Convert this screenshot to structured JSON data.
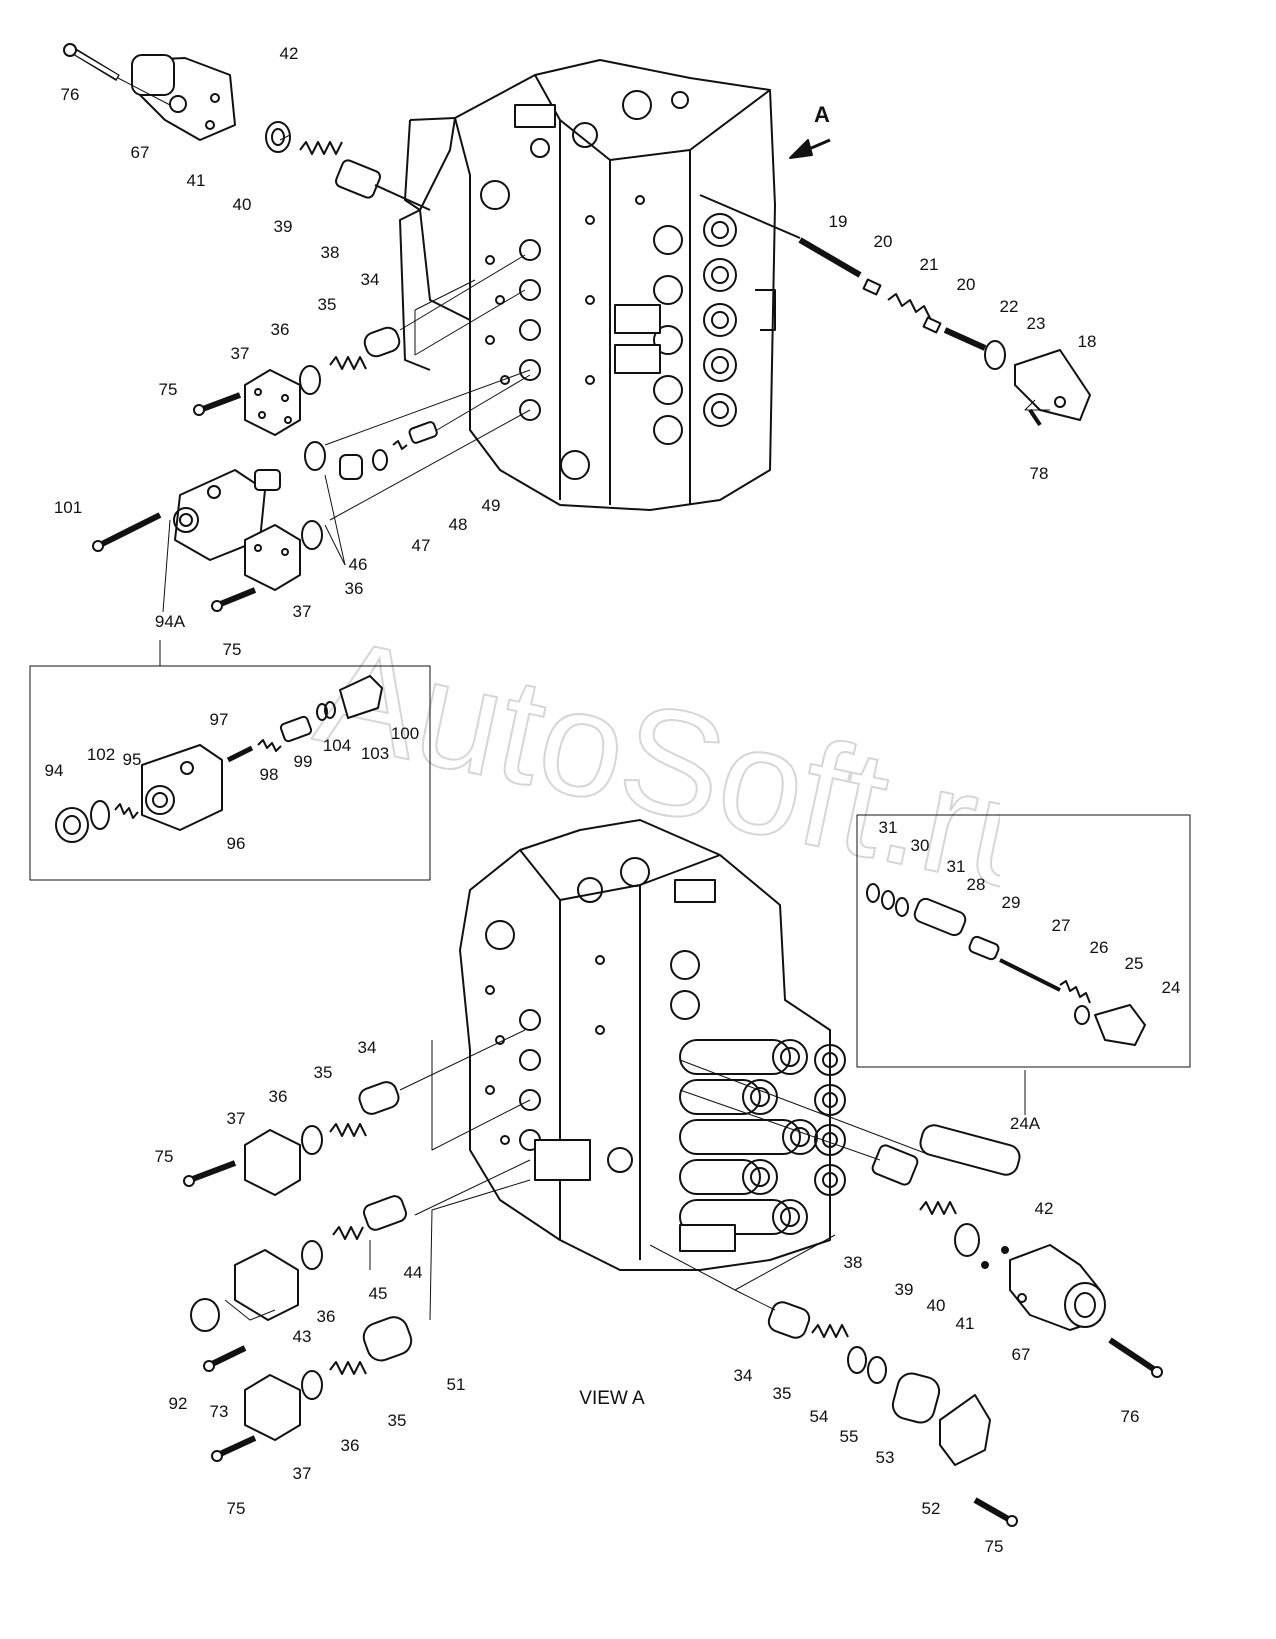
{
  "watermark": "AutoSoft.ru",
  "arrow_label": "A",
  "view_caption": "VIEW  A",
  "inset_refs": {
    "upper": "94A",
    "right": "24A"
  },
  "callouts": {
    "p76a": "76",
    "p67a": "67",
    "p41a": "41",
    "p42a": "42",
    "p40a": "40",
    "p39a": "39",
    "p38a": "38",
    "p34a": "34",
    "p35a": "35",
    "p36a": "36",
    "p37a": "37",
    "p75a": "75",
    "p19": "19",
    "p20a": "20",
    "p20b": "20",
    "p21": "21",
    "p22": "22",
    "p23": "23",
    "p18": "18",
    "p78": "78",
    "p101": "101",
    "p94A": "94A",
    "p46": "46",
    "p47": "47",
    "p48": "48",
    "p49": "49",
    "p36b": "36",
    "p37b": "37",
    "p75b": "75",
    "p97": "97",
    "p95": "95",
    "p102": "102",
    "p94": "94",
    "p96": "96",
    "p98": "98",
    "p99": "99",
    "p104": "104",
    "p103": "103",
    "p100": "100",
    "p31a": "31",
    "p30": "30",
    "p31b": "31",
    "p28": "28",
    "p29": "29",
    "p27": "27",
    "p26": "26",
    "p25": "25",
    "p24": "24",
    "p24A": "24A",
    "p34b": "34",
    "p35b": "35",
    "p36c": "36",
    "p37c": "37",
    "p75c": "75",
    "p44": "44",
    "p45": "45",
    "p36d": "36",
    "p43": "43",
    "p92": "92",
    "p73": "73",
    "p51": "51",
    "p35c": "35",
    "p36e": "36",
    "p37d": "37",
    "p75d": "75",
    "p38b": "38",
    "p39b": "39",
    "p40b": "40",
    "p41b": "41",
    "p42b": "42",
    "p67b": "67",
    "p76b": "76",
    "p34c": "34",
    "p35d": "35",
    "p54": "54",
    "p55": "55",
    "p53": "53",
    "p52": "52",
    "p75e": "75"
  }
}
